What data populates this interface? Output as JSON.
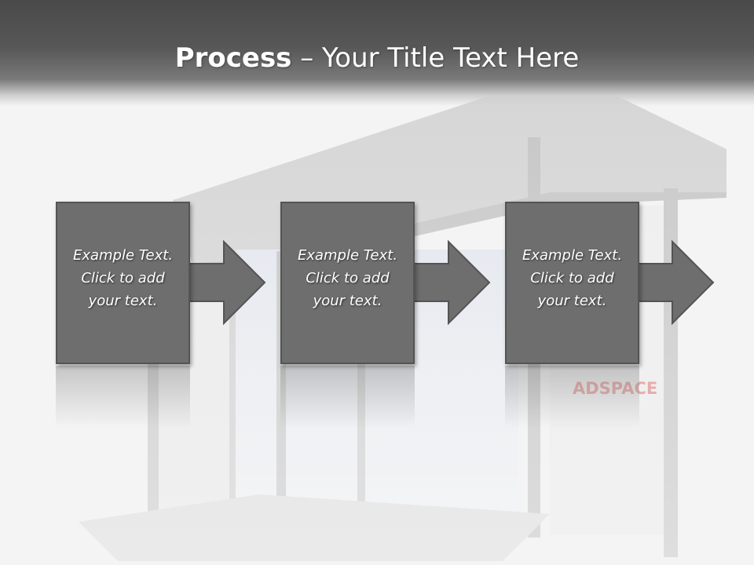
{
  "slide": {
    "title_bold": "Process",
    "title_rest": " – Your Title Text Here"
  },
  "steps": [
    {
      "text": "Example Text.\nClick  to add\nyour text."
    },
    {
      "text": "Example Text.\nClick  to add\nyour text."
    },
    {
      "text": "Example Text.\nClick  to add\nyour text."
    }
  ],
  "background": {
    "watermark": "ADSPACE"
  },
  "colors": {
    "header_dark": "#4a4a4a",
    "box_fill": "#6e6e6e",
    "box_border": "#545454",
    "background": "#f4f4f4"
  }
}
